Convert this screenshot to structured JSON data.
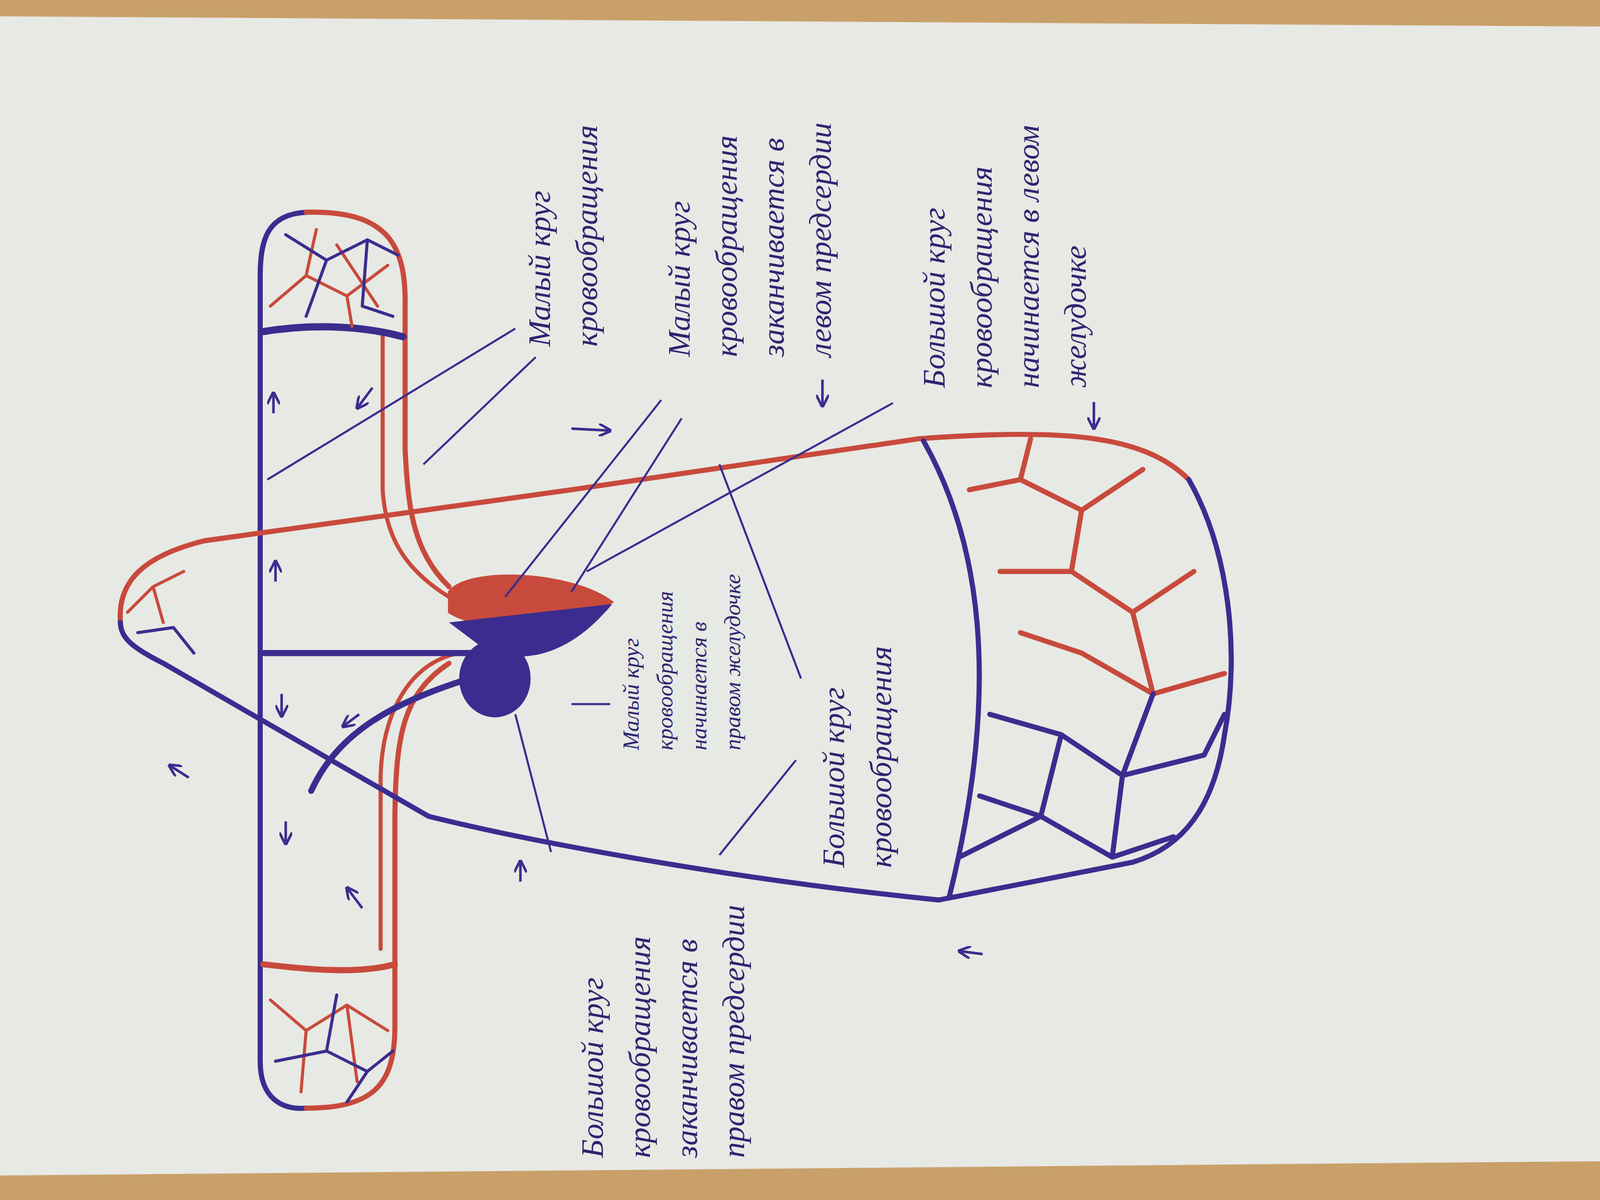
{
  "diagram": {
    "labels": [
      "Малый круг кровообращения",
      "Малый круг кровообращения заканчивается в левом предсердии",
      "Большой круг кровообращения начинается в левом желудочке",
      "Малый круг кровообращения начинается в правом желудочке",
      "Большой круг кровообращения",
      "Большой круг кровообращения заканчивается в правом предсердии"
    ]
  }
}
